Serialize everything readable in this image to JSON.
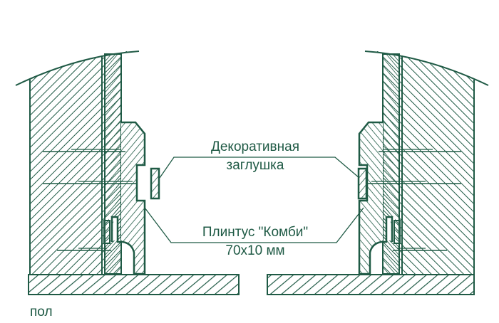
{
  "labels": {
    "cap_line1": "Декоративная",
    "cap_line2": "заглушка",
    "plinth_line1": "Плинтус \"Комби\"",
    "plinth_line2": "70х10 мм",
    "floor": "пол"
  },
  "colors": {
    "stroke": "#1f5a45",
    "background": "#ffffff"
  }
}
